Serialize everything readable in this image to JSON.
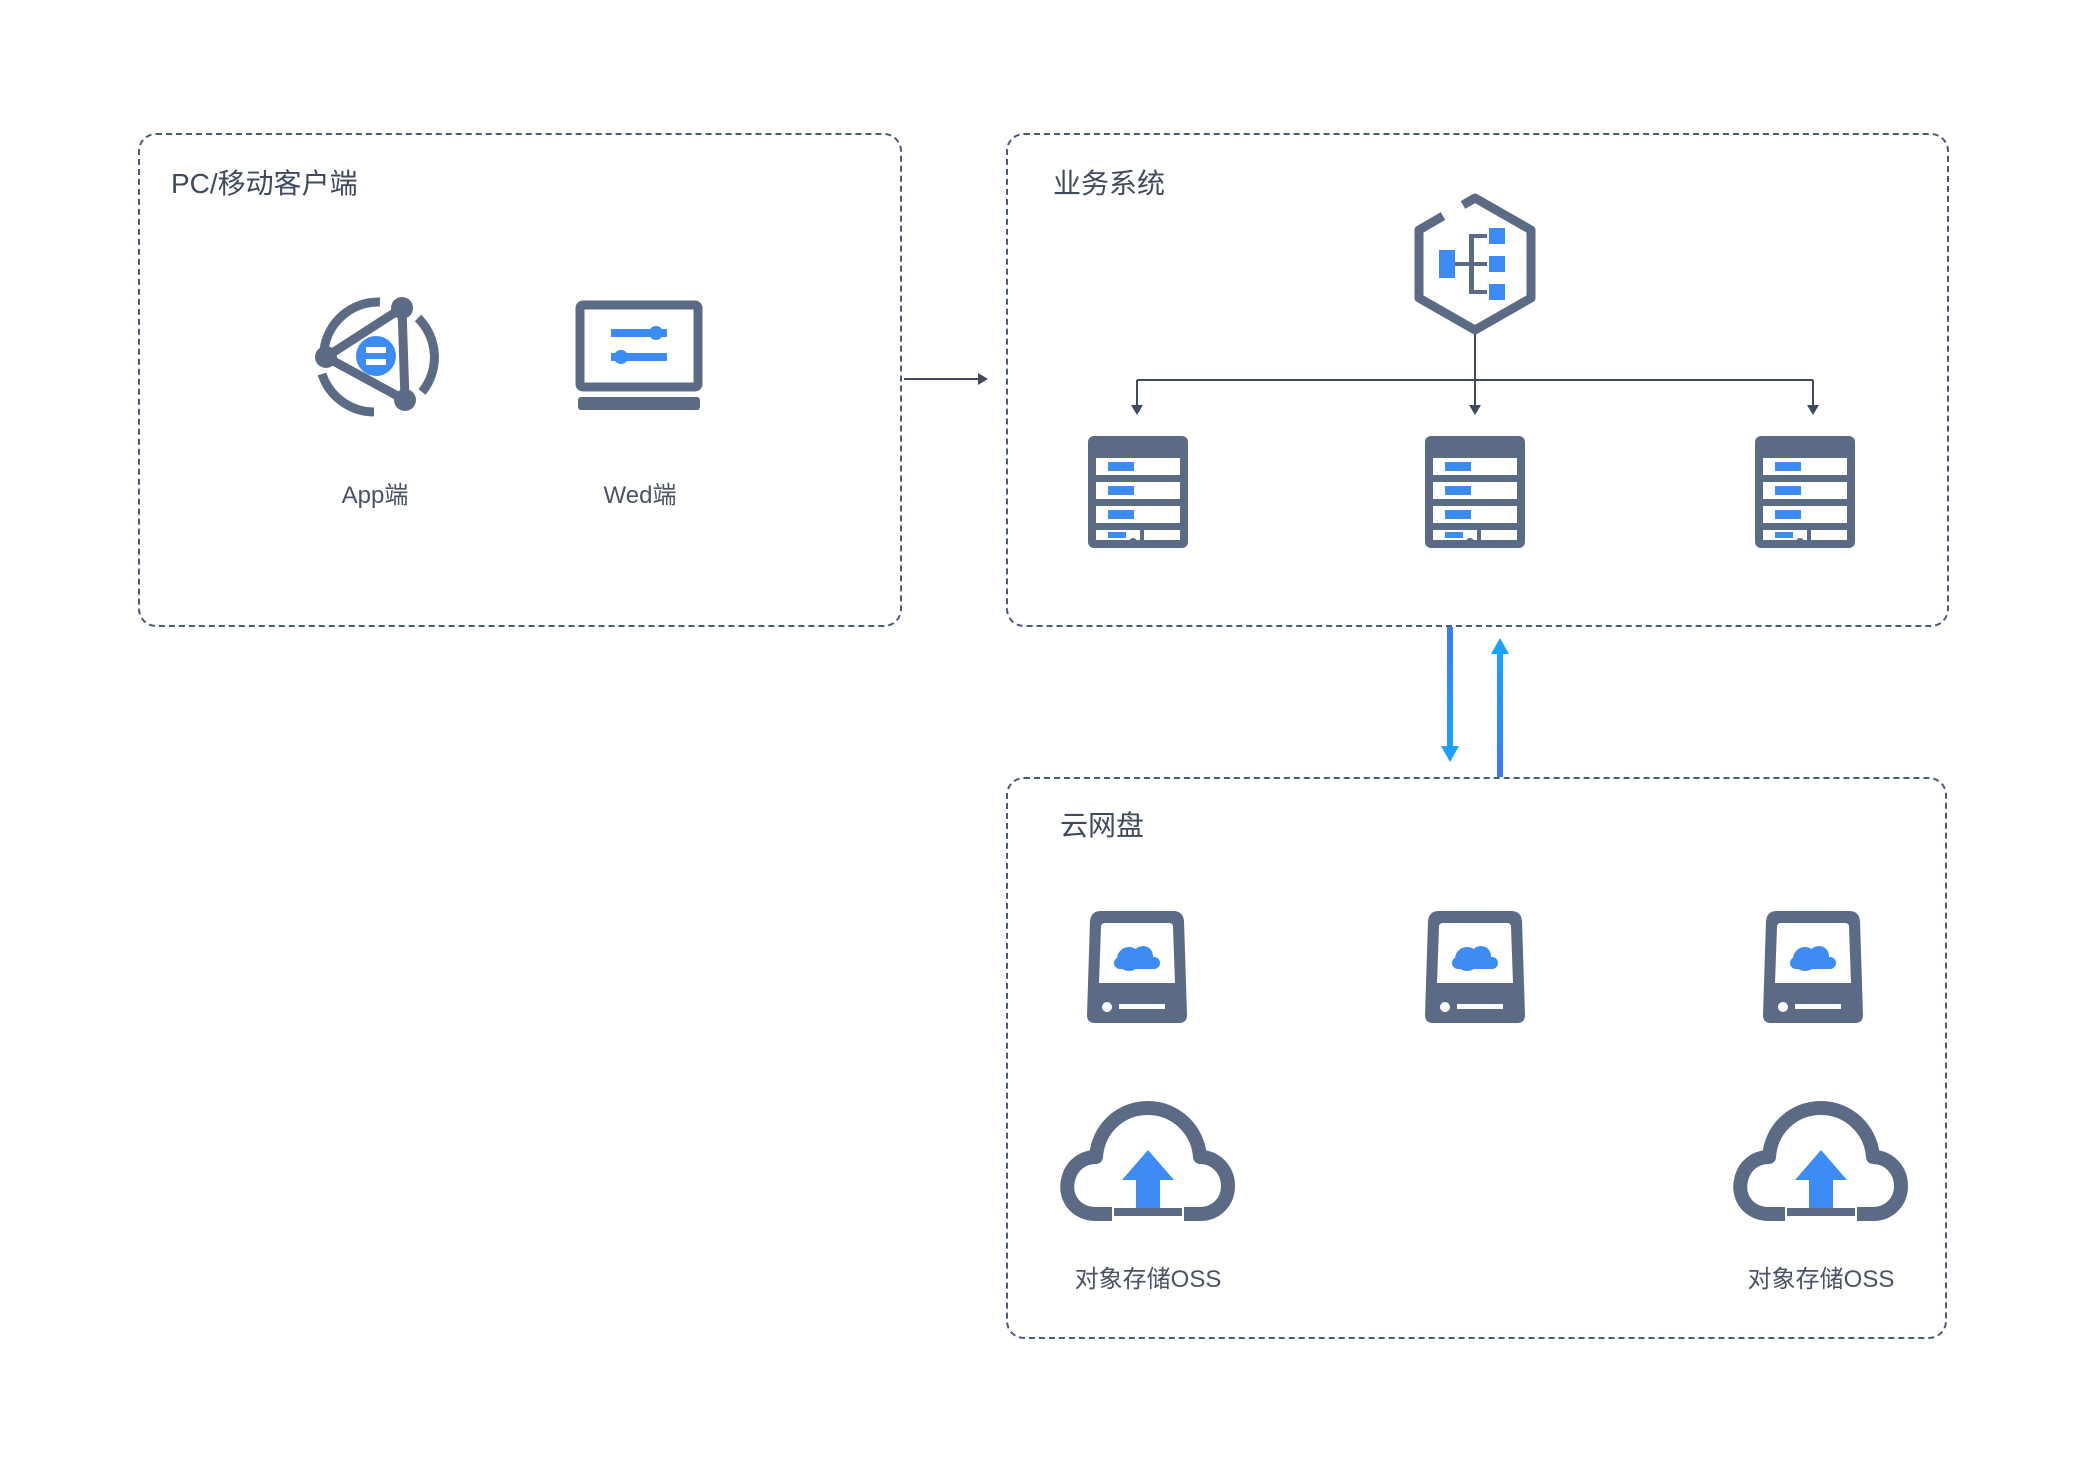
{
  "groups": {
    "client": {
      "title": "PC/移动客户端"
    },
    "business": {
      "title": "业务系统"
    },
    "cloud": {
      "title": "云网盘"
    }
  },
  "client_nodes": {
    "app": {
      "label": "App端",
      "icon": "app-triangle-icon"
    },
    "web": {
      "label": "Wed端",
      "icon": "laptop-icon"
    }
  },
  "business_nodes": {
    "hub": {
      "icon": "hexagon-hierarchy-icon"
    },
    "servers": [
      {
        "icon": "server-rack-icon"
      },
      {
        "icon": "server-rack-icon"
      },
      {
        "icon": "server-rack-icon"
      }
    ]
  },
  "cloud_nodes": {
    "drives": [
      {
        "icon": "cloud-drive-icon"
      },
      {
        "icon": "cloud-drive-icon"
      },
      {
        "icon": "cloud-drive-icon"
      }
    ],
    "oss": [
      {
        "label": "对象存储OSS",
        "icon": "cloud-upload-icon"
      },
      {
        "label": "对象存储OSS",
        "icon": "cloud-upload-icon"
      }
    ]
  },
  "colors": {
    "icon_gray": "#5c6b85",
    "accent_blue": "#3d8bf5",
    "border": "#4a5b78",
    "arrow_blue": "#1e90ff"
  }
}
